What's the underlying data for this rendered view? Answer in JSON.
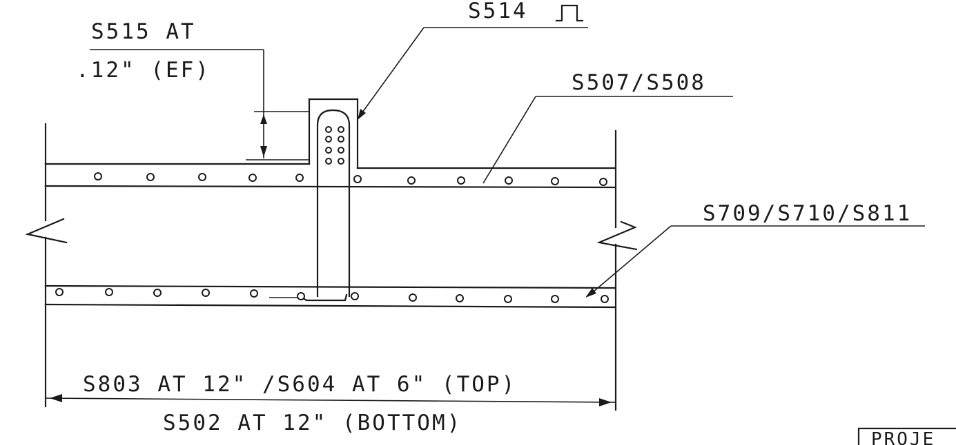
{
  "labels": {
    "s515_line1": "S515 AT",
    "s515_line2": ".12\" (EF)",
    "s514": "S514",
    "s507_s508": "S507/S508",
    "s709_s710_s811": "S709/S710/S811",
    "s803_s604_top": "S803 AT 12\" /S604 AT 6\" (TOP)",
    "s502_bottom": "S502 AT 12\" (BOTTOM)",
    "title_block_fragment": "PROJE"
  },
  "colors": {
    "ink": "#1a1a1a",
    "paper": "#ffffff"
  }
}
